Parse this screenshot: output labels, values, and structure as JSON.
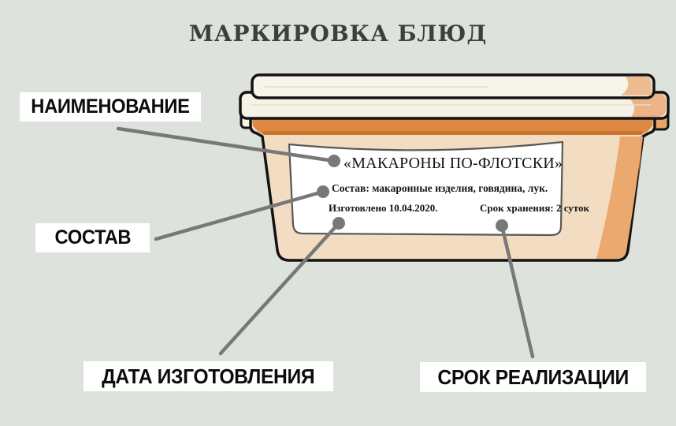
{
  "title": "МАРКИРОВКА БЛЮД",
  "container": {
    "product_label": {
      "name": "«МАКАРОНЫ ПО-ФЛОТСКИ»",
      "composition": "Состав: макаронные изделия, говядина, лук.",
      "manufactured": "Изготовлено 10.04.2020.",
      "storage_period": "Срок хранения: 2 суток"
    }
  },
  "callouts": [
    {
      "label": "НАИМЕНОВАНИЕ"
    },
    {
      "label": "СОСТАВ"
    },
    {
      "label": "ДАТА ИЗГОТОВЛЕНИЯ"
    },
    {
      "label": "СРОК РЕАЛИЗАЦИИ"
    }
  ],
  "colors": {
    "background": "#dde2dd",
    "title_text": "#3e3e3e",
    "outline": "#131313",
    "lid_cream": "#f7f4ea",
    "body_peach": "#f3ddc2",
    "accent_orange": "#de8943",
    "shading_orange": "#eba96f",
    "callout_gray": "#787878",
    "label_background": "#ffffff",
    "callout_box_background": "#ffffff"
  }
}
